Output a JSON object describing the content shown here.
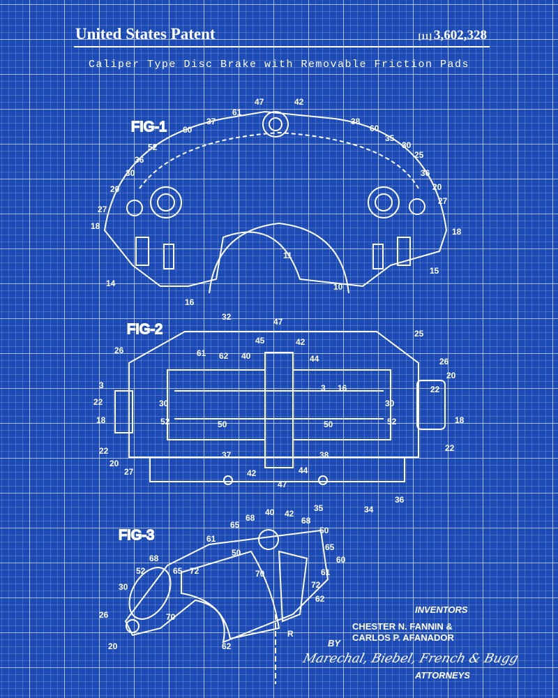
{
  "header": {
    "title": "United States Patent",
    "number_prefix": "[11]",
    "number": "3,602,328"
  },
  "subtitle": "Caliper Type Disc Brake with Removable Friction Pads",
  "figures": {
    "fig1": "FIG-1",
    "fig2": "FIG-2",
    "fig3": "FIG-3"
  },
  "fig1_refs": [
    "47",
    "42",
    "61",
    "60",
    "37",
    "38",
    "60",
    "35",
    "30",
    "25",
    "52",
    "36",
    "30",
    "36",
    "20",
    "20",
    "27",
    "27",
    "18",
    "18",
    "11",
    "14",
    "16",
    "10",
    "15"
  ],
  "fig2_refs": [
    "32",
    "47",
    "25",
    "45",
    "42",
    "61",
    "62",
    "40",
    "44",
    "26",
    "26",
    "20",
    "3",
    "3",
    "16",
    "22",
    "22",
    "30",
    "30",
    "18",
    "18",
    "52",
    "52",
    "50",
    "50",
    "22",
    "22",
    "20",
    "27",
    "37",
    "38",
    "42",
    "47",
    "44",
    "36",
    "34"
  ],
  "fig3_refs": [
    "35",
    "68",
    "40",
    "42",
    "68",
    "50",
    "65",
    "61",
    "65",
    "60",
    "50",
    "61",
    "68",
    "52",
    "65",
    "72",
    "70",
    "72",
    "30",
    "62",
    "26",
    "70",
    "20",
    "62",
    "R"
  ],
  "inventors": {
    "heading": "INVENTORS",
    "line1": "CHESTER N. FANNIN &",
    "line2": "CARLOS P. AFANADOR",
    "by": "BY",
    "signature": "Marechal, Biebel, French & Bugg",
    "attorneys": "ATTORNEYS"
  },
  "colors": {
    "background": "#1c4bb5",
    "ink": "#ffffff"
  }
}
